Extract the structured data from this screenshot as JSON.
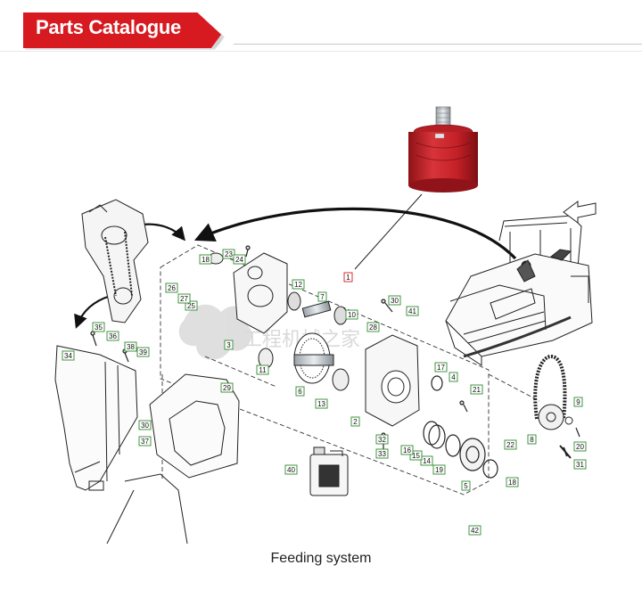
{
  "header": {
    "title": "Parts Catalogue",
    "accent_color": "#d71920"
  },
  "diagram": {
    "watermark": "工程机械之家",
    "main_part_label": "1",
    "callouts": [
      "1",
      "2",
      "3",
      "4",
      "5",
      "6",
      "7",
      "8",
      "9",
      "10",
      "11",
      "12",
      "13",
      "14",
      "15",
      "16",
      "17",
      "18",
      "18",
      "19",
      "20",
      "21",
      "22",
      "23",
      "24",
      "25",
      "26",
      "27",
      "28",
      "29",
      "30",
      "30",
      "31",
      "32",
      "33",
      "34",
      "35",
      "36",
      "37",
      "38",
      "39",
      "40",
      "41",
      "42"
    ],
    "label_border_color": "#2e8b2e",
    "highlight_label_color": "#d71920",
    "motor_color": "#c9252b"
  },
  "caption": "Feeding system"
}
